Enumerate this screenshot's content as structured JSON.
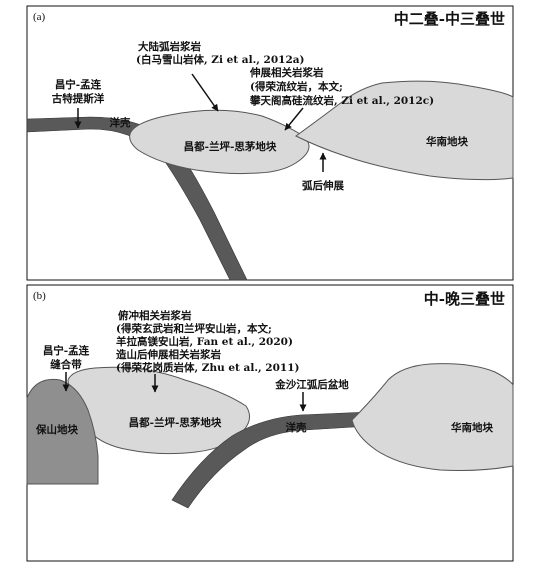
{
  "colors": {
    "slab": "#595959",
    "block_fill": "#d9d9d9",
    "baoshan_fill": "#8f8f8f",
    "outline": "#555555",
    "arrow": "#111111"
  },
  "panel_a": {
    "tag": "(a)",
    "title": "中二叠-中三叠世",
    "arc_magma": [
      "大陆弧岩浆岩",
      "(白马雪山岩体, Zi et al., 2012a)"
    ],
    "ext_magma": [
      "伸展相关岩浆岩",
      "(得荣流纹岩，本文;",
      "攀天阁高硅流纹岩, Zi et al., 2012c)"
    ],
    "ocean": [
      "昌宁-孟连",
      "古特提斯洋"
    ],
    "oceanic_crust": "洋壳",
    "block_cdl": "昌都-兰坪-思茅地块",
    "block_south_china": "华南地块",
    "backarc": "弧后伸展"
  },
  "panel_b": {
    "tag": "(b)",
    "title": "中-晚三叠世",
    "magma_notes": [
      "俯冲相关岩浆岩",
      "(得荣玄武岩和兰坪安山岩，本文;",
      "羊拉高镁安山岩, Fan et al., 2020)",
      "造山后伸展相关岩浆岩",
      "(得荣花岗质岩体, Zhu et al., 2011)"
    ],
    "suture": [
      "昌宁-孟连",
      "缝合带"
    ],
    "block_baoshan": "保山地块",
    "block_cdl": "昌都-兰坪-思茅地块",
    "jinsha": "金沙江弧后盆地",
    "oceanic_crust": "洋壳",
    "block_south_china": "华南地块"
  }
}
